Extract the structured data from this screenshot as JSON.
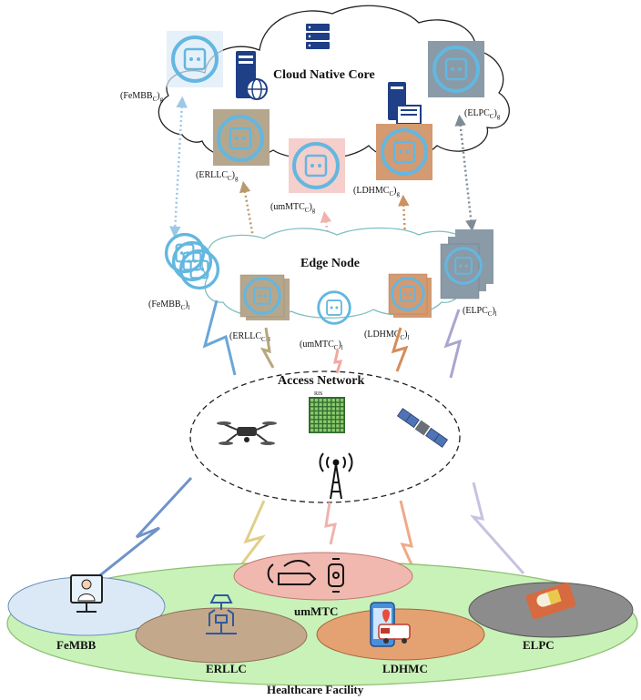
{
  "labels": {
    "cloud_title": "Cloud Native Core",
    "edge_title": "Edge Node",
    "access_title": "Access Network",
    "ris": "RIS",
    "facility_title": "Healthcare Facility"
  },
  "global_labels": {
    "femmb": "(FeMBB",
    "erllc": "(ERLLC",
    "ummtc": "(umMTC",
    "ldhmc": "(LDHMC",
    "elpc": "(ELPC",
    "sub_c": "C",
    "close": ")",
    "sub_g": "g"
  },
  "local_labels": {
    "femmb": "(FeMBB",
    "erllc": "(ERLLC",
    "ummtc": "(umMTC",
    "ldhmc": "(LDHMC",
    "elpc": "(ELPC",
    "sub_c": "C",
    "close": ")",
    "sub_l": "l"
  },
  "services": {
    "femmb": "FeMBB",
    "erllc": "ERLLC",
    "ummtc": "umMTC",
    "ldhmc": "LDHMC",
    "elpc": "ELPC"
  },
  "colors": {
    "icon_ring": "#63b7e0",
    "femmb_zone": "#dbe9f7",
    "erllc_zone": "#c4a88c",
    "ummtc_zone": "#f1b8b0",
    "ldhmc_zone": "#e4a273",
    "elpc_zone": "#8c8c8c",
    "facility": "#c9f2b8",
    "erllc_tile": "#b5a78d",
    "ummtc_tile": "#f5cfcc",
    "ldhmc_tile": "#d49a71",
    "elpc_tile": "#8a9aa6"
  },
  "icons": [
    "server-rack-icon",
    "web-server-icon",
    "server-document-icon",
    "microservice-container-icon",
    "drone-icon",
    "ris-panel-icon",
    "satellite-icon",
    "cell-tower-icon",
    "telemedicine-monitor-icon",
    "robotic-surgery-icon",
    "wearable-sensor-icon",
    "ambulance-phone-icon",
    "pill-capsule-icon",
    "wireless-link-icon"
  ]
}
